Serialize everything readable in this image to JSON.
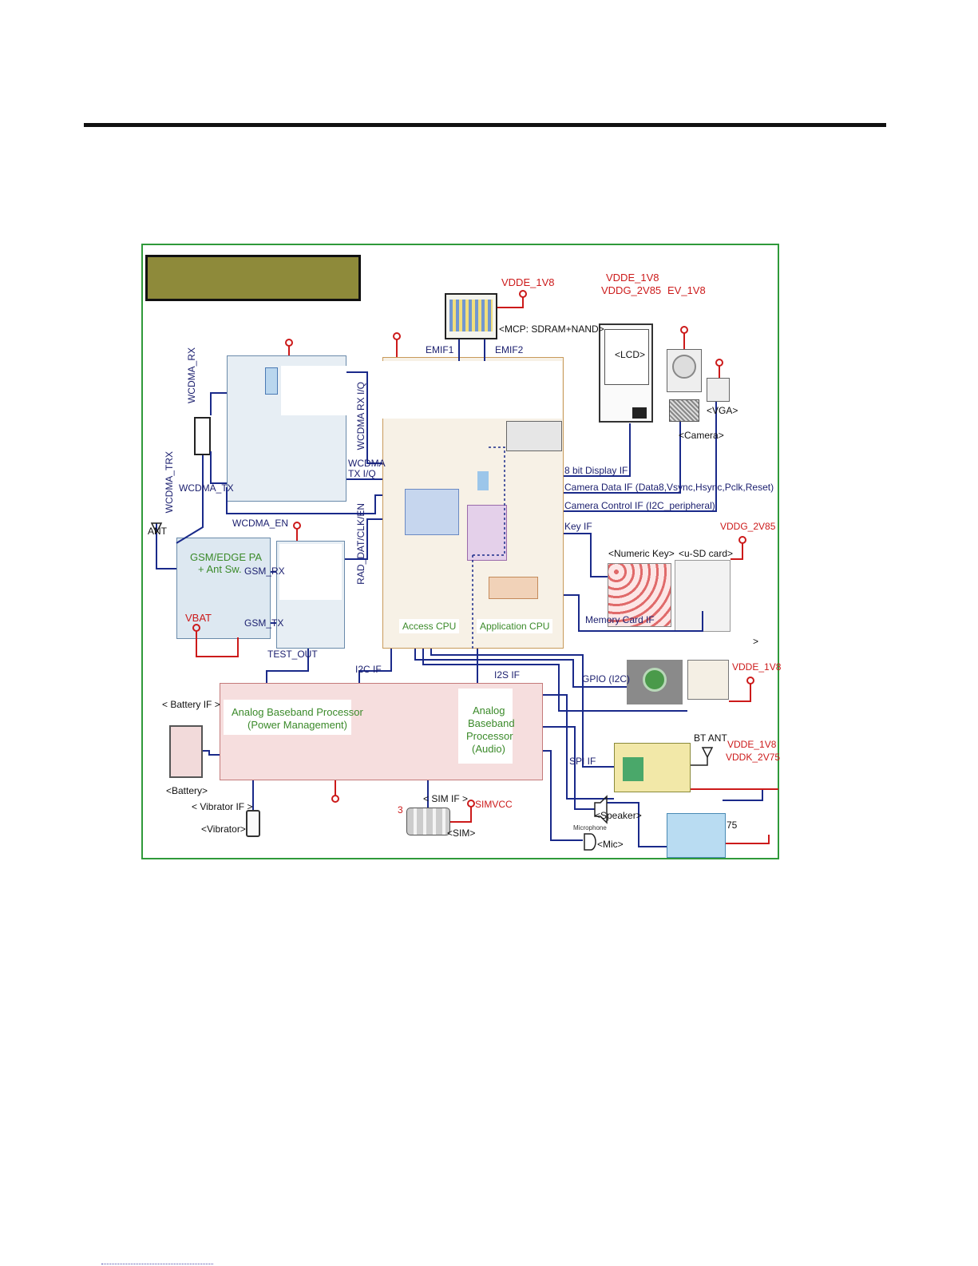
{
  "labels": {
    "vdde_1v8_mcp": "VDDE_1V8",
    "mcp": "<MCP: SDRAM+NAND>",
    "emif1": "EMIF1",
    "emif2": "EMIF2",
    "vdde_1v8_lcd": "VDDE_1V8",
    "vddg_2v85_lcd": "VDDG_2V85",
    "ev_1v8": "EV_1V8",
    "lcd": "<LCD>",
    "vga": "<VGA>",
    "camera": "<Camera>",
    "wcdma_rx": "WCDMA_RX",
    "wcdma_trx": "WCDMA_TRX",
    "wcdma_tx": "WCDMA_TX",
    "wcdma_en": "WCDMA_EN",
    "wcdma_rx_iq": "WCDMA RX I/Q",
    "wcdma_tx_iq": "WCDMA TX I/Q",
    "rad_dat": "RAD_DAT/CLK/EN",
    "ant": "ANT",
    "gsm_pa_1": "GSM/EDGE PA",
    "gsm_pa_2": "+ Ant Sw.",
    "gsm_rx": "GSM_RX",
    "gsm_tx": "GSM_TX",
    "vbat": "VBAT",
    "test_out": "TEST_OUT",
    "display_if": "8 bit Display IF",
    "camera_data_if": "Camera Data IF (Data8,Vsync,Hsync,Pclk,Reset)",
    "camera_ctrl_if": "Camera Control IF (I2C_peripheral)",
    "key_if": "Key IF",
    "vddg_2v85_sd": "VDDG_2V85",
    "numeric_key": "<Numeric Key>",
    "usd_card": "<u-SD card>",
    "memory_card_if": "Memory Card IF",
    "access_cpu": "Access CPU",
    "application_cpu": "Application CPU",
    "i2c_if": "I2C IF",
    "i2s_if": "I2S IF",
    "gpio_i2c": "GPIO (I2C)",
    "vdde_1v8_gpio": "VDDE_1V8",
    "battery_if": "< Battery IF >",
    "abb_pm_1": "Analog Baseband Processor",
    "abb_pm_2": "(Power Management)",
    "abb_audio_1": "Analog",
    "abb_audio_2": "Baseband",
    "abb_audio_3": "Processor",
    "abb_audio_4": "(Audio)",
    "battery": "<Battery>",
    "spi_if": "SPI IF",
    "bt_ant": "BT ANT",
    "vdde_1v8_bt": "VDDE_1V8",
    "vddk_2v75": "VDDK_2V75",
    "vibrator_if": "< Vibrator IF >",
    "vibrator": "<Vibrator>",
    "sim_if": "< SIM IF >",
    "simvcc": "SIMVCC",
    "sim": "<SIM>",
    "speaker": "<Speaker>",
    "microphone": "Microphone",
    "mic": "<Mic>",
    "seventy_five": "75",
    "bracket": ">",
    "three": "3"
  }
}
